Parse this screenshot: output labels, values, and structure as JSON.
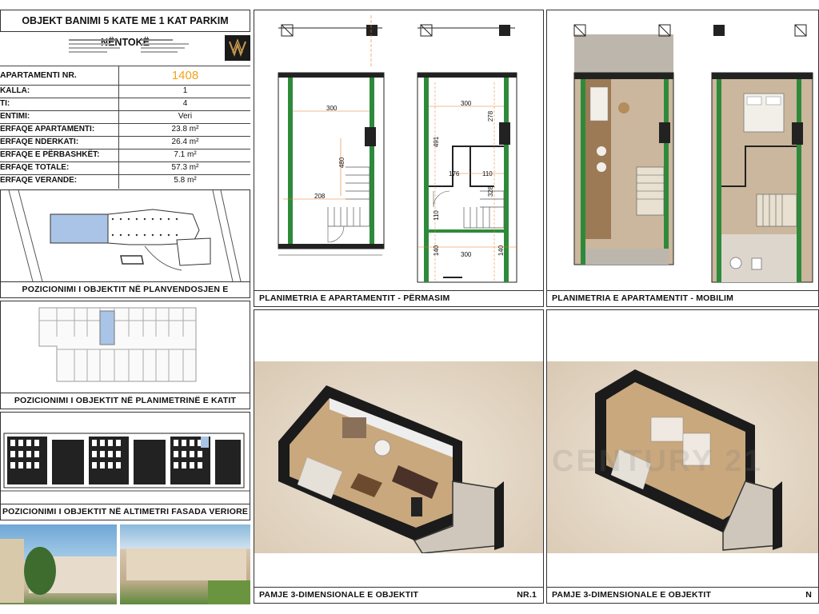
{
  "project": {
    "title": "OBJEKT BANIMI 5 KATE ME 1 KAT PARKIM NËNTOKË"
  },
  "apartment": {
    "rows": [
      {
        "label": "APARTAMENTI NR.",
        "value": "1408"
      },
      {
        "label": "KALLA:",
        "value": "1"
      },
      {
        "label": "TI:",
        "value": "4"
      },
      {
        "label": "ENTIMI:",
        "value": "Veri"
      },
      {
        "label": "ERFAQE APARTAMENTI:",
        "value": "23.8 m²"
      },
      {
        "label": "ERFAQE NDERKATI:",
        "value": "26.4 m²"
      },
      {
        "label": "ERFAQE E PËRBASHKËT:",
        "value": "7.1 m²"
      },
      {
        "label": "ERFAQE TOTALE:",
        "value": "57.3 m²"
      },
      {
        "label": "ERFAQE VERANDE:",
        "value": "5.8 m²"
      }
    ]
  },
  "captions": {
    "site_plan": "POZICIONIMI I OBJEKTIT NË PLANVENDOSJEN E PËRGJITHSHME",
    "floor_position": "POZICIONIMI I OBJEKTIT NË PLANIMETRINË E KATIT",
    "facade": "POZICIONIMI I OBJEKTIT NË ALTIMETRI FASADA  VERIORE",
    "plan_dimensions": "PLANIMETRIA E APARTAMENTIT - PËRMASIM",
    "plan_furnished": "PLANIMETRIA E APARTAMENTIT - MOBILIM",
    "view3d_1": "PAMJE 3-DIMENSIONALE E OBJEKTIT",
    "view3d_2": "PAMJE 3-DIMENSIONALE E OBJEKTIT",
    "nr1": "NR.1",
    "nr2": "N"
  },
  "dimensions": {
    "d300a": "300",
    "d208": "208",
    "d480": "480",
    "d300b": "300",
    "d278": "278",
    "d491": "491",
    "d176": "176",
    "d110a": "110",
    "d328": "328",
    "d110b": "110",
    "d140a": "140",
    "d140b": "140",
    "d300c": "300"
  },
  "watermark": "CENTURY 21",
  "colors": {
    "wall_green": "#2e8a3a",
    "wall_black": "#1a1a1a",
    "floor_beige": "#cbb79d",
    "wood": "#9c7a55",
    "highlight_blue": "#a9c4e6",
    "accent_orange": "#f4a21b"
  }
}
